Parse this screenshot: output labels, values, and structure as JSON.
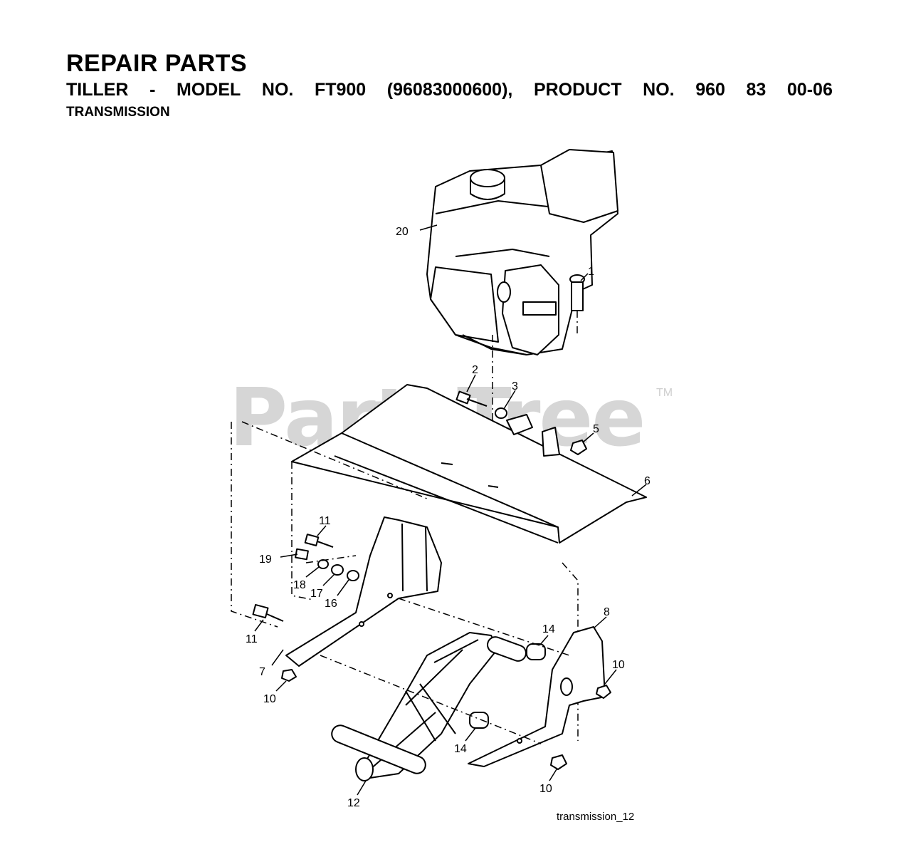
{
  "header": {
    "title": "REPAIR PARTS",
    "subtitle_words": [
      "TILLER",
      "-",
      "MODEL",
      "NO.",
      "FT900",
      "(96083000600),",
      "PRODUCT",
      "NO.",
      "960",
      "83",
      "00-06"
    ],
    "section": "TRANSMISSION"
  },
  "watermark": {
    "text": "PartsTree",
    "tm": "TM"
  },
  "caption": "transmission_12",
  "callouts": [
    {
      "id": "c20",
      "label": "20"
    },
    {
      "id": "c1",
      "label": "1"
    },
    {
      "id": "c2",
      "label": "2"
    },
    {
      "id": "c3",
      "label": "3"
    },
    {
      "id": "c5",
      "label": "5"
    },
    {
      "id": "c6",
      "label": "6"
    },
    {
      "id": "c11a",
      "label": "11"
    },
    {
      "id": "c19",
      "label": "19"
    },
    {
      "id": "c18",
      "label": "18"
    },
    {
      "id": "c17",
      "label": "17"
    },
    {
      "id": "c16",
      "label": "16"
    },
    {
      "id": "c11b",
      "label": "11"
    },
    {
      "id": "c7",
      "label": "7"
    },
    {
      "id": "c10a",
      "label": "10"
    },
    {
      "id": "c14a",
      "label": "14"
    },
    {
      "id": "c8",
      "label": "8"
    },
    {
      "id": "c10b",
      "label": "10"
    },
    {
      "id": "c14b",
      "label": "14"
    },
    {
      "id": "c12",
      "label": "12"
    },
    {
      "id": "c10c",
      "label": "10"
    }
  ]
}
